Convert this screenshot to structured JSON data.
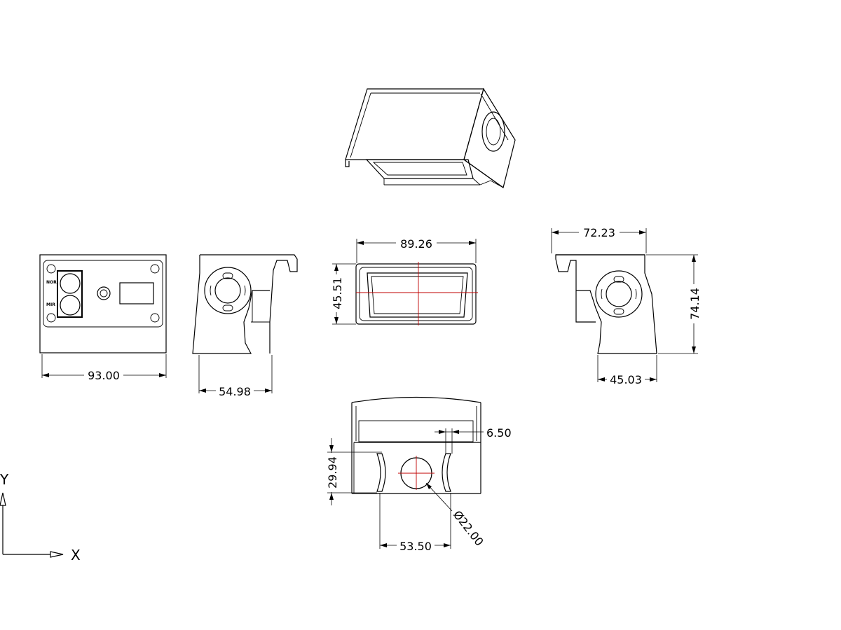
{
  "dimensions": {
    "width_front": "93.00",
    "depth_side": "54.98",
    "lens_width": "89.26",
    "lens_height": "45.51",
    "top_width_right": "72.23",
    "height_right": "74.14",
    "base_right": "45.03",
    "slot_offset": "6.50",
    "slot_height": "29.94",
    "hole_spacing": "53.50",
    "hole_diameter": "Ø22.00"
  },
  "labels": {
    "switch_top": "NOR",
    "switch_bottom": "MIR",
    "axis_x": "X",
    "axis_y": "Y"
  }
}
